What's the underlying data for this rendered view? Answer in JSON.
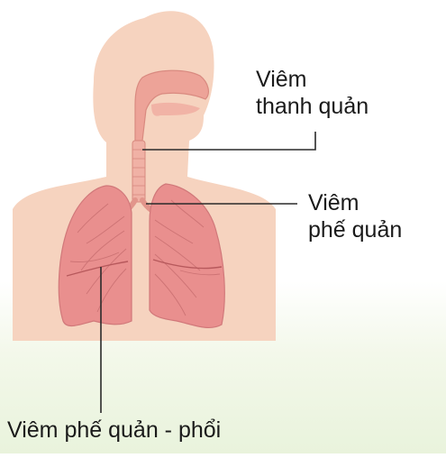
{
  "labels": {
    "laryngitis": {
      "line1": "Viêm",
      "line2": "thanh quản"
    },
    "bronchitis": {
      "line1": "Viêm",
      "line2": "phế quản"
    },
    "bronchopneumonia": "Viêm phế quản - phổi"
  },
  "colors": {
    "skin": "#f6d3bf",
    "lung": "#e98f8e",
    "lung_vessel": "#c46a6c",
    "airway": "#eda398",
    "leader_line": "#2a2a2a"
  }
}
